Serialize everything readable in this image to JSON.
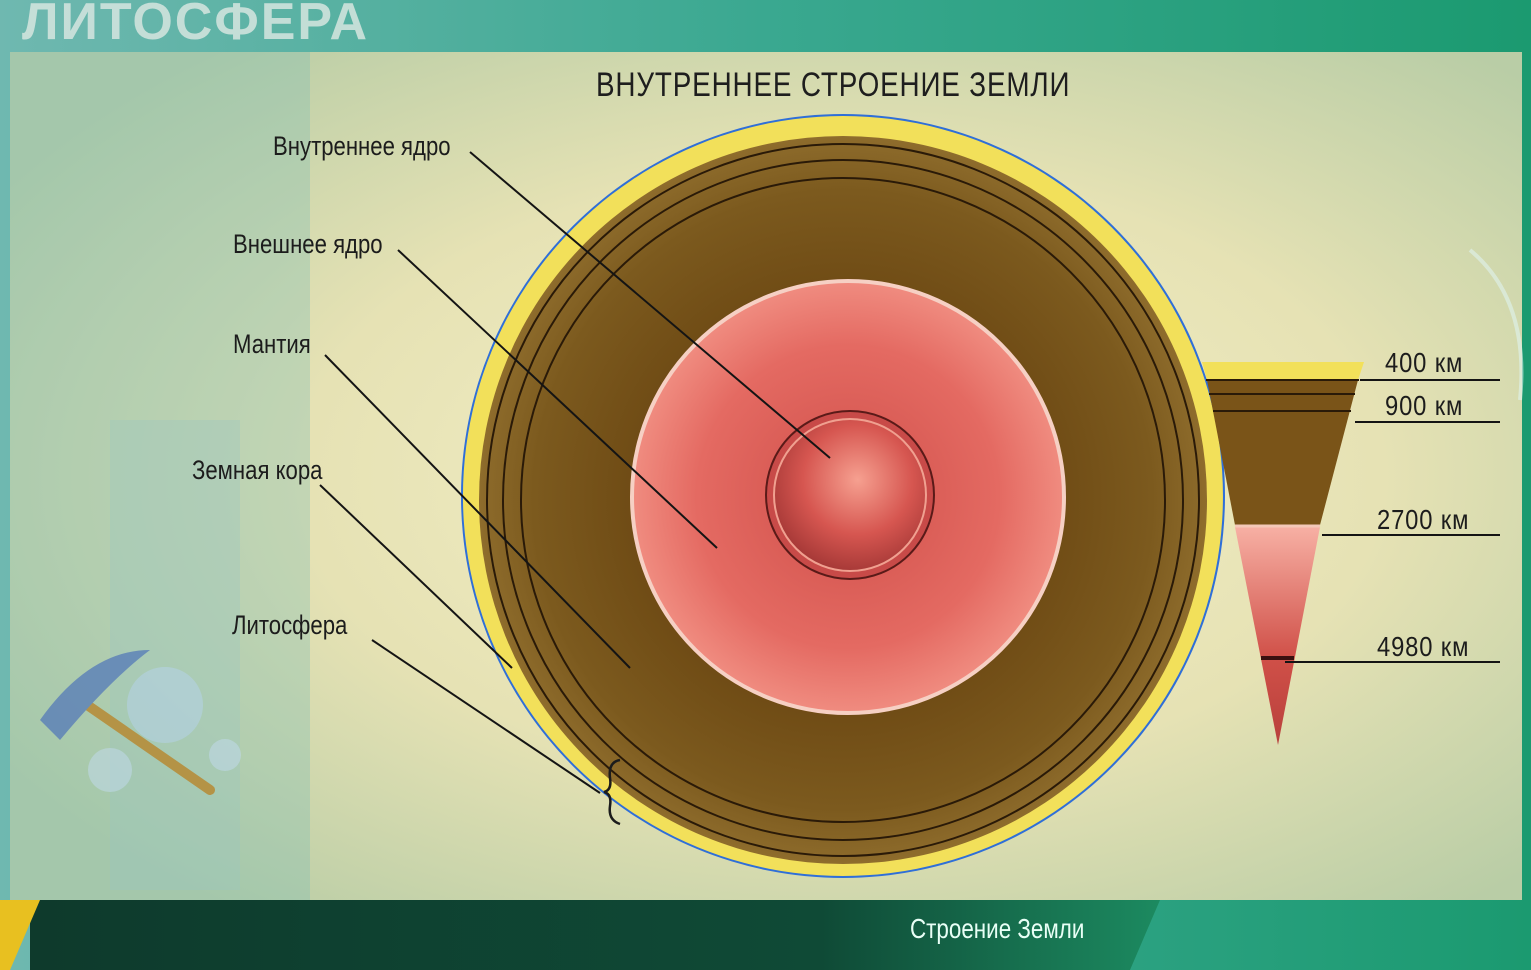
{
  "header": {
    "section_title": "ЛИТОСФЕРА"
  },
  "diagram": {
    "title": "ВНУТРЕННЕЕ СТРОЕНИЕ ЗЕМЛИ",
    "layer_labels": {
      "inner_core": "Внутреннее ядро",
      "outer_core": "Внешнее ядро",
      "mantle": "Мантия",
      "crust": "Земная кора",
      "lithosphere": "Литосфера"
    },
    "depth_labels": {
      "d400": "400 км",
      "d900": "900 км",
      "d2700": "2700 км",
      "d4980": "4980 км"
    }
  },
  "footer": {
    "label": "Строение Земли"
  },
  "colors": {
    "mantle": "#7a5418",
    "outer_core": "#e0605a",
    "inner_core": "#c84a48",
    "crust": "#f2e05a",
    "ocean": "#2f6fd8",
    "background": "#d8d8a8",
    "frame": "#1f8f6a"
  }
}
